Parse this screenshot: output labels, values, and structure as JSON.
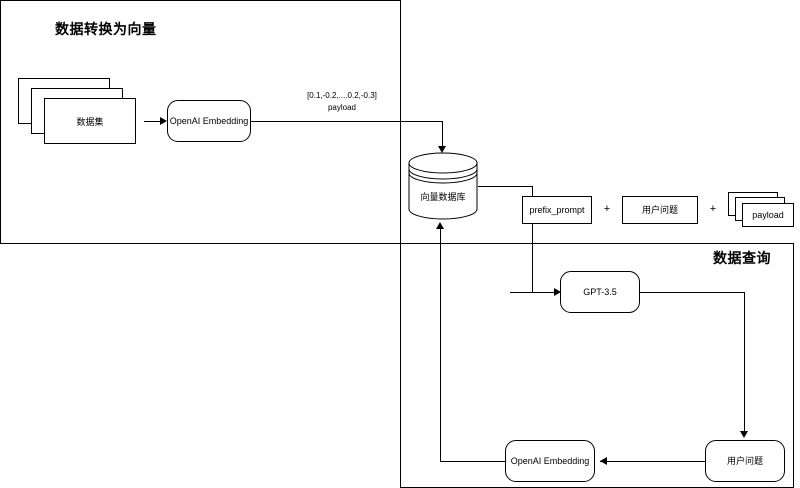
{
  "diagram": {
    "title_ingest": "数据转换为向量",
    "title_query": "数据查询"
  },
  "nodes": {
    "dataset": "数据集",
    "embedding_ingest": "OpenAI Embedding",
    "vector_db": "向量数据库",
    "prefix_prompt": "prefix_prompt",
    "user_question_prompt": "用户问题",
    "payload_card": "payload",
    "gpt": "GPT-3.5",
    "embedding_query": "OpenAI Embedding",
    "user_question_query": "用户问题"
  },
  "operators": {
    "plus_1": "+",
    "plus_2": "+"
  },
  "edge_labels": {
    "vector_payload_line1": "[0.1,-0.2,....0.2,-0.3]",
    "vector_payload_line2": "payload"
  },
  "colors": {
    "stroke": "#000000",
    "background": "#ffffff",
    "text": "#000000"
  }
}
